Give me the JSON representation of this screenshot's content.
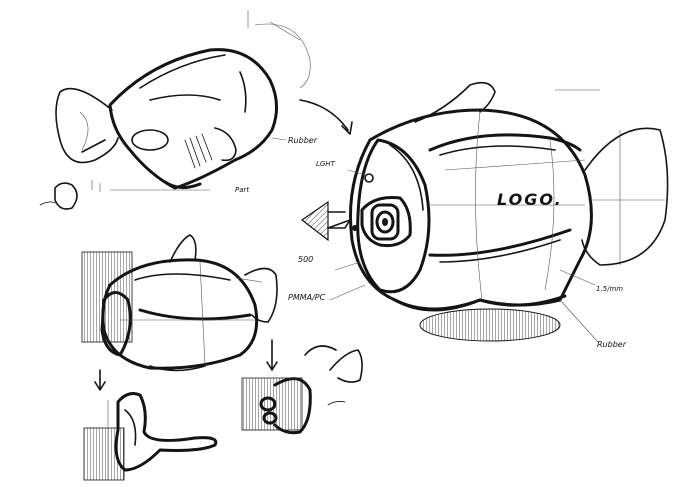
{
  "annotations": {
    "rubber_top": "Rubber",
    "light": "LGHT",
    "logo": "LOGO.",
    "size": "500",
    "material": "PMMA/PC",
    "dimension": "1.5/mm",
    "rubber_bottom": "Rubber",
    "part": "Part"
  },
  "colors": {
    "ink": "#141414",
    "paper": "#ffffff",
    "hatch": "#3a3a3a"
  }
}
